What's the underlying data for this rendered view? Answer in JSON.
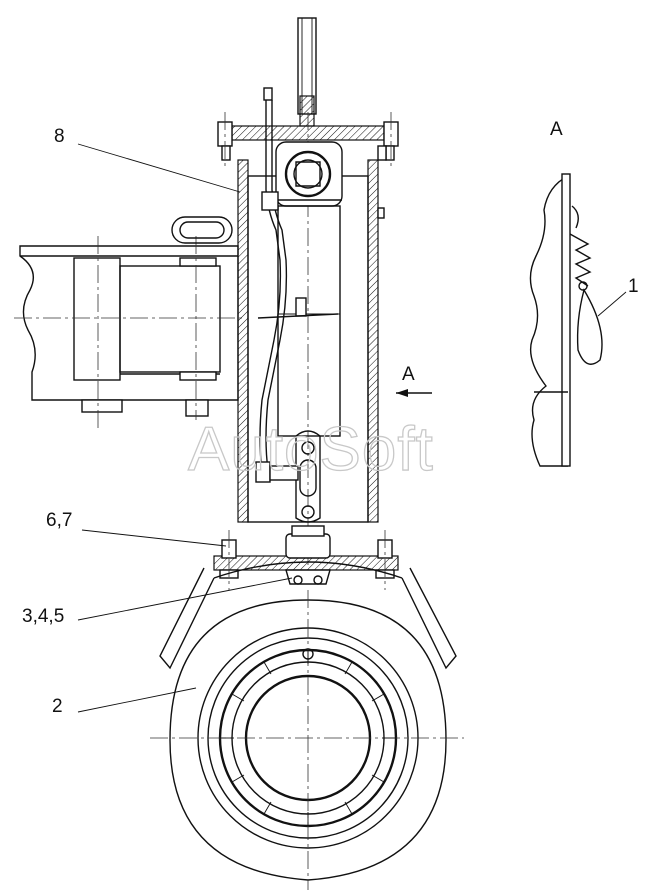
{
  "labels": {
    "part_8": "8",
    "part_6_7": "6,7",
    "part_3_4_5": "3,4,5",
    "part_2": "2",
    "part_1": "1",
    "view_a_arrow": "A",
    "view_a_title": "A"
  },
  "watermark": "AutoSoft"
}
